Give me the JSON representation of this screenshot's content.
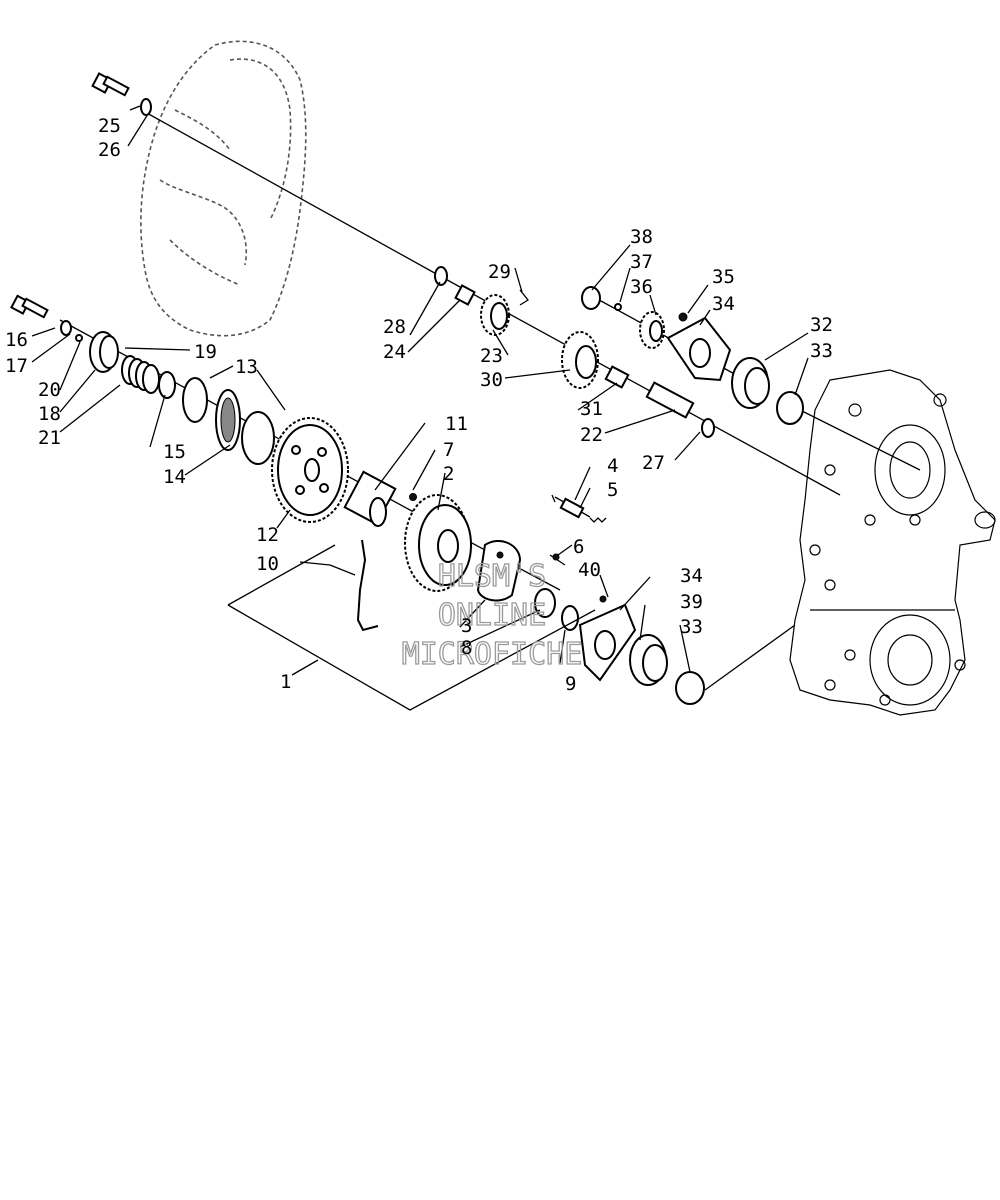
{
  "diagram": {
    "callouts": [
      "1",
      "2",
      "3",
      "4",
      "5",
      "6",
      "7",
      "8",
      "9",
      "10",
      "11",
      "12",
      "13",
      "14",
      "15",
      "16",
      "17",
      "18",
      "19",
      "20",
      "21",
      "22",
      "23",
      "24",
      "25",
      "26",
      "27",
      "28",
      "29",
      "30",
      "31",
      "32",
      "33",
      "33",
      "34",
      "34",
      "35",
      "36",
      "37",
      "38",
      "39",
      "40"
    ],
    "watermark": [
      "HLSM'S",
      "ONLINE",
      "MICROFICHE"
    ]
  }
}
